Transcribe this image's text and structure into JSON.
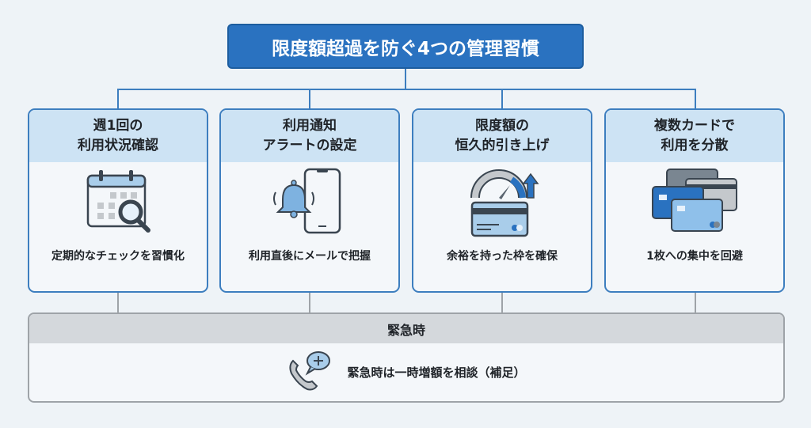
{
  "title": "限度額超過を防ぐ4つの管理習慣",
  "cards": [
    {
      "title_line1": "週1回の",
      "title_line2": "利用状況確認",
      "icon": "calendar-search-icon",
      "description": "定期的なチェックを習慣化"
    },
    {
      "title_line1": "利用通知",
      "title_line2": "アラートの設定",
      "icon": "phone-bell-icon",
      "description": "利用直後にメールで把握"
    },
    {
      "title_line1": "限度額の",
      "title_line2": "恒久的引き上げ",
      "icon": "gauge-card-icon",
      "description": "余裕を持った枠を確保"
    },
    {
      "title_line1": "複数カードで",
      "title_line2": "利用を分散",
      "icon": "multiple-cards-icon",
      "description": "1枚への集中を回避"
    }
  ],
  "emergency": {
    "header": "緊急時",
    "icon": "phone-consult-icon",
    "text": "緊急時は一時増額を相談（補足）"
  },
  "colors": {
    "primary": "#2a72c0",
    "card_header": "#cde3f4",
    "background": "#eef3f7",
    "emergency_header": "#d4d8dc"
  }
}
